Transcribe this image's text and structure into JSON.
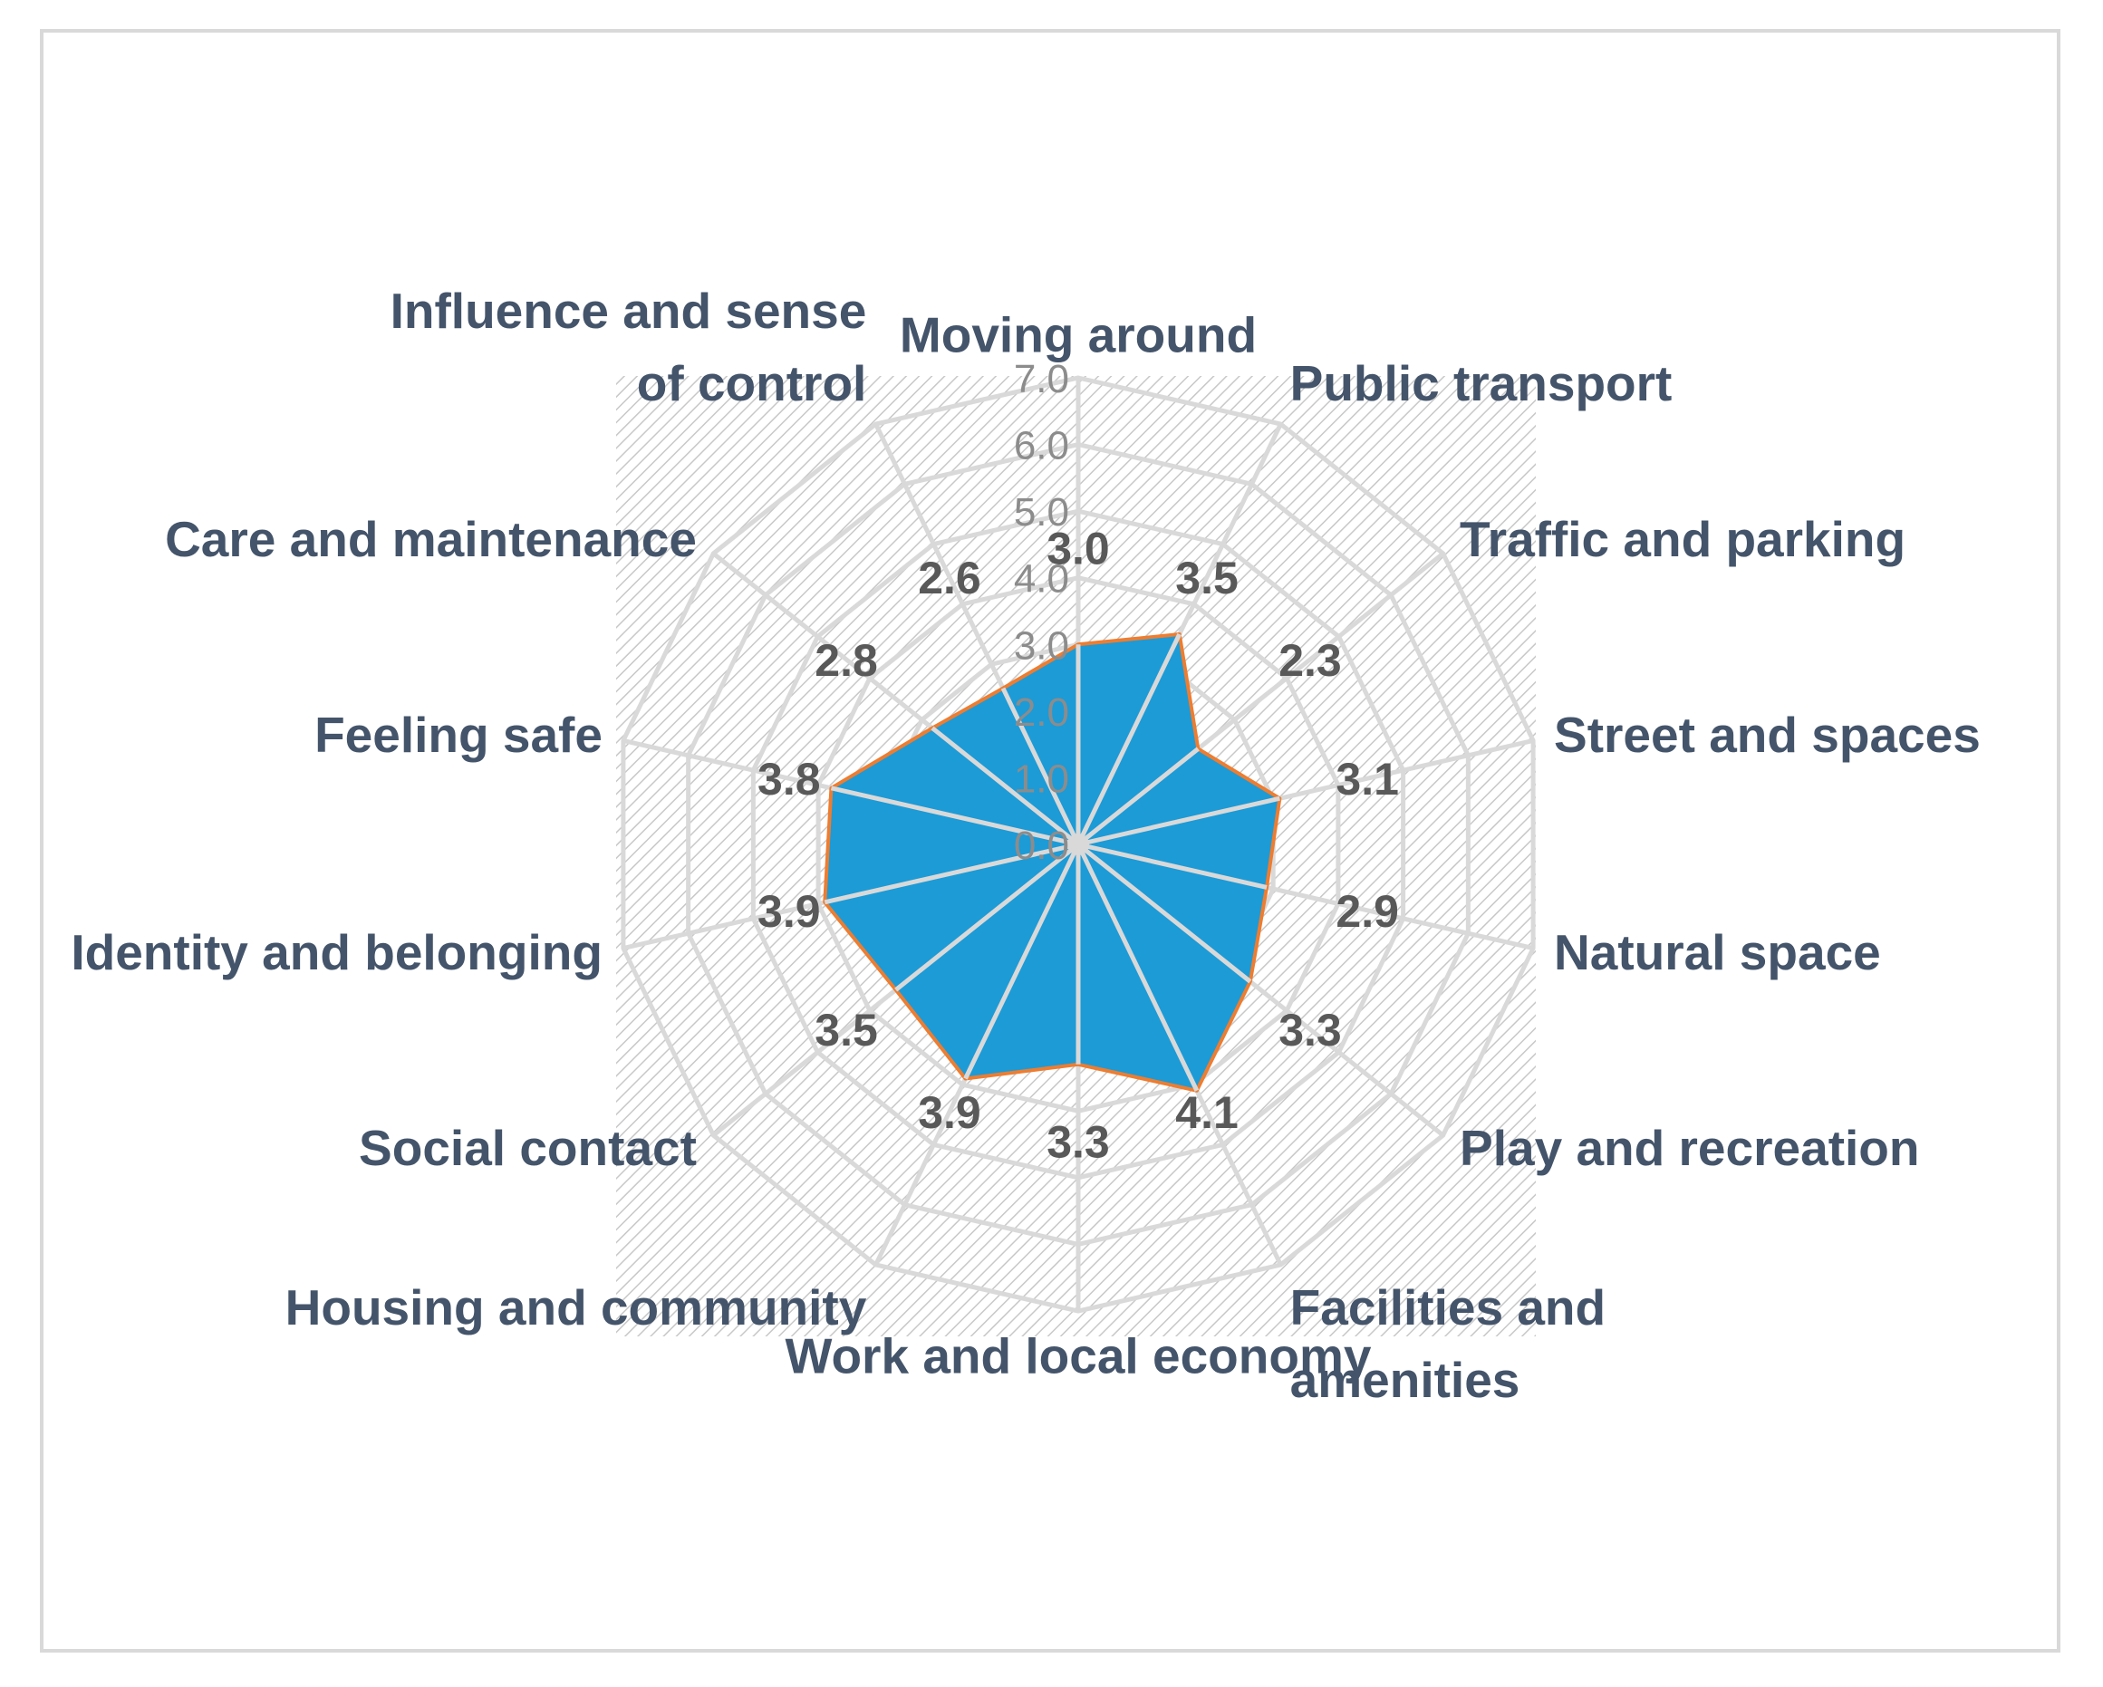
{
  "chart_data": {
    "type": "radar",
    "title": "",
    "categories": [
      "Moving around",
      "Public transport",
      "Traffic and parking",
      "Street and spaces",
      "Natural space",
      "Play and recreation",
      "Facilities and amenities",
      "Work and local economy",
      "Housing and community",
      "Social contact",
      "Identity and belonging",
      "Feeling safe",
      "Care and maintenance",
      "Influence and sense of control"
    ],
    "series": [
      {
        "values": [
          3.0,
          3.5,
          2.3,
          3.1,
          2.9,
          3.3,
          4.1,
          3.3,
          3.9,
          3.5,
          3.9,
          3.8,
          2.8,
          2.6
        ]
      }
    ],
    "value_labels": [
      "3.0",
      "3.5",
      "2.3",
      "3.1",
      "2.9",
      "3.3",
      "4.1",
      "3.3",
      "3.9",
      "3.5",
      "3.9",
      "3.8",
      "2.8",
      "2.6"
    ],
    "rlim": [
      0,
      7
    ],
    "ticks": [
      "0.0",
      "1.0",
      "2.0",
      "3.0",
      "4.0",
      "5.0",
      "6.0",
      "7.0"
    ],
    "grid": true,
    "legend": "none",
    "colors": {
      "fill": "#1c9bd7",
      "outline": "#ed7d31",
      "grid": "#d9d9d9",
      "category_text": "#44546a",
      "value_text": "#595959",
      "tick_text": "#8c8c8c"
    }
  }
}
